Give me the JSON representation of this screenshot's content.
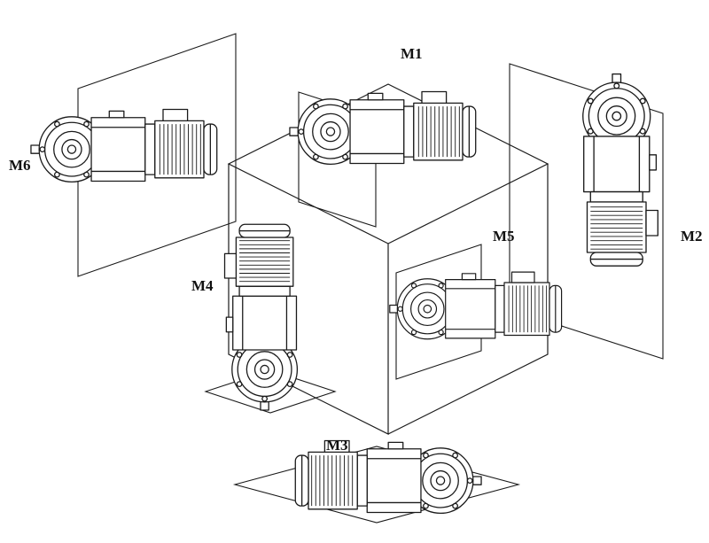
{
  "figure": {
    "background": "#ffffff",
    "line_color": "#1a1a1a",
    "description_name": "gearmotor-mounting-positions-diagram",
    "labels": {
      "m1": "M1",
      "m2": "M2",
      "m3": "M3",
      "m4": "M4",
      "m5": "M5",
      "m6": "M6"
    }
  }
}
